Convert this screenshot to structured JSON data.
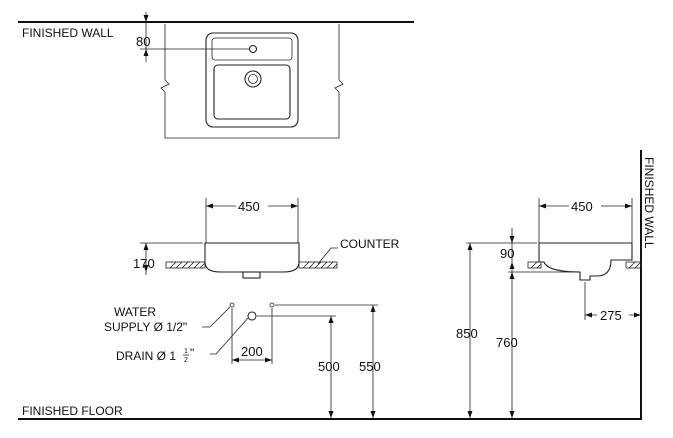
{
  "labels": {
    "finished_wall_top": "FINISHED WALL",
    "finished_wall_side": "FINISHED WALL",
    "finished_floor": "FINISHED FLOOR",
    "counter": "COUNTER",
    "water_supply_line1": "WATER",
    "water_supply_line2": "SUPPLY Ø 1/2\"",
    "drain_prefix": "DRAIN Ø 1",
    "drain_frac_num": "1",
    "drain_frac_den": "2",
    "drain_suffix": "\""
  },
  "dimensions": {
    "plan_offset": "80",
    "front_width": "450",
    "front_height": "170",
    "supply_offset": "200",
    "drain_height": "500",
    "supply_height": "550",
    "side_width": "450",
    "side_top_offset": "90",
    "counter_height": "850",
    "bowl_height": "760",
    "drain_projection": "275"
  }
}
